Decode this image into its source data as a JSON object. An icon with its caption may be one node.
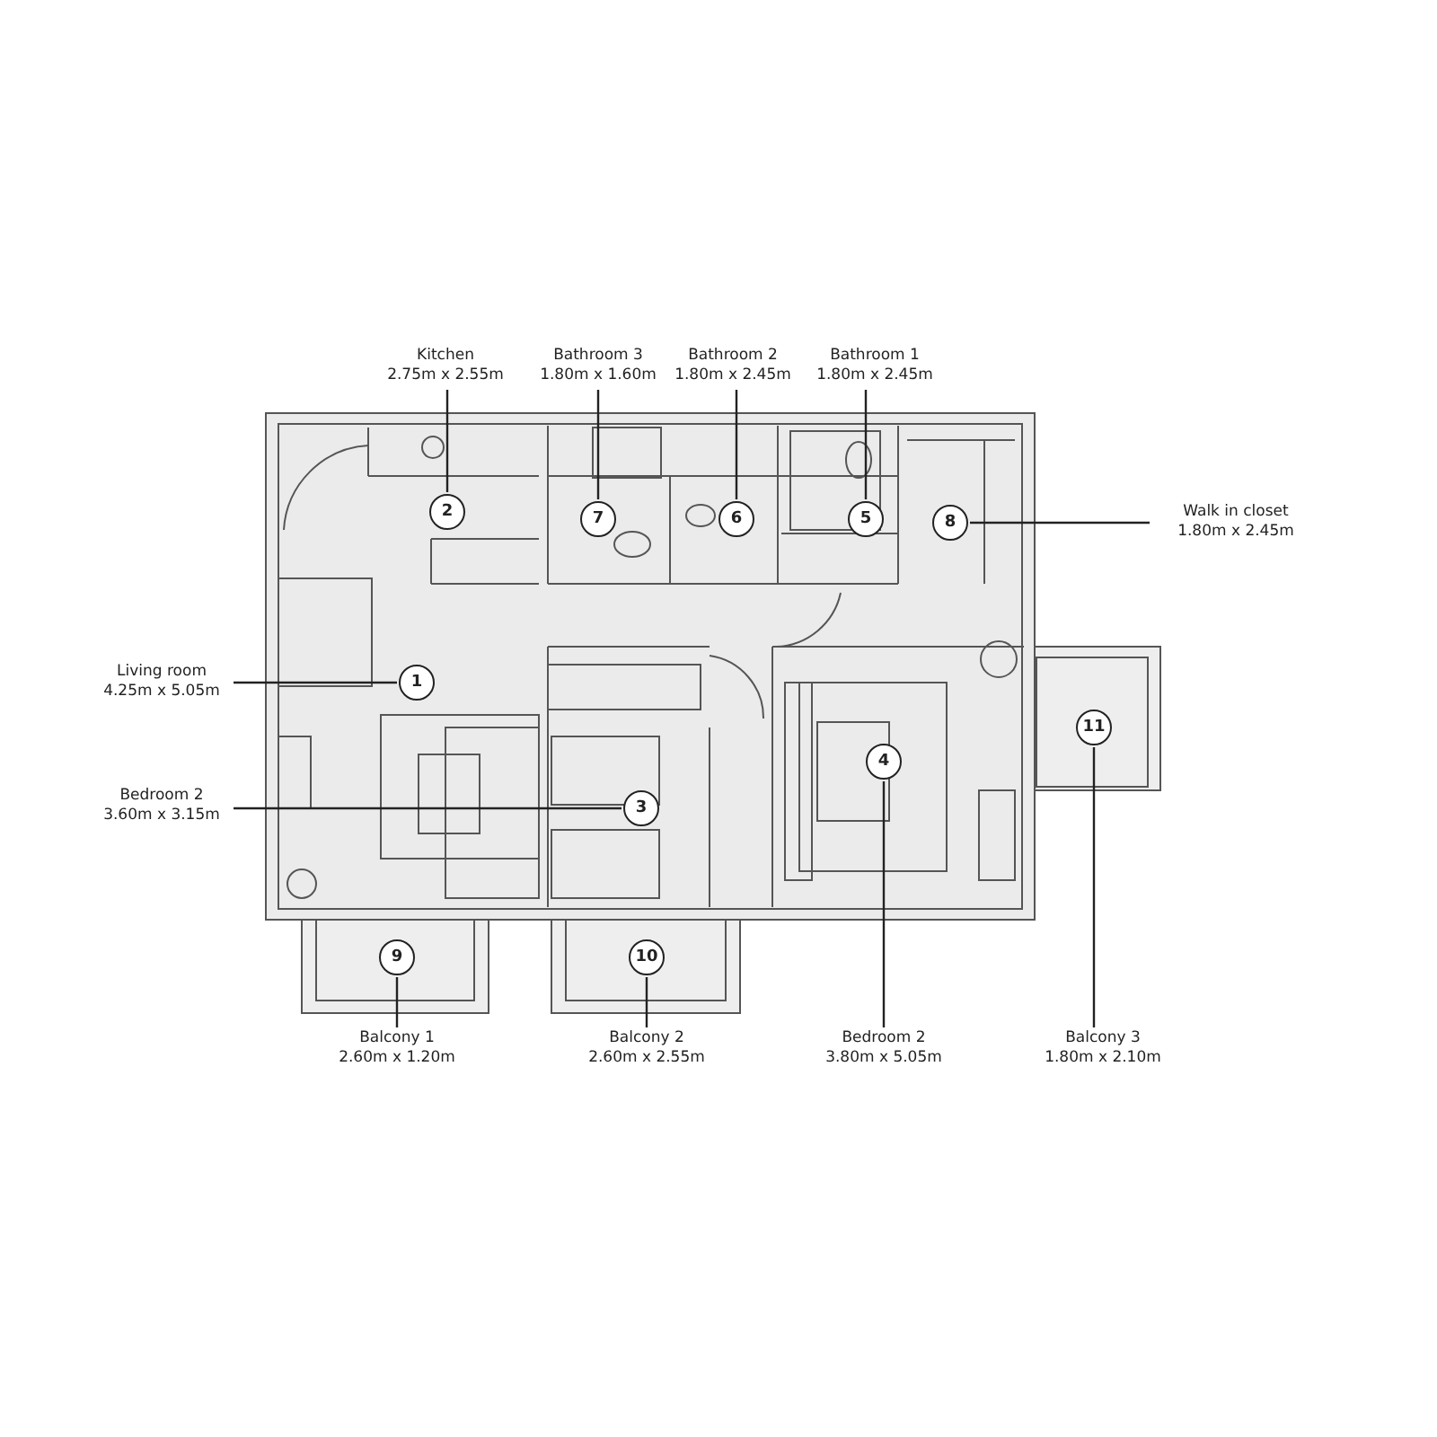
{
  "diagram": {
    "nodes": [
      {
        "text": [
          "1"
        ]
      },
      {
        "text": [
          "2"
        ]
      },
      {
        "text": [
          "3"
        ]
      },
      {
        "text": [
          "4"
        ]
      },
      {
        "text": [
          "5"
        ]
      },
      {
        "text": [
          "6"
        ]
      },
      {
        "text": [
          "7"
        ]
      },
      {
        "text": [
          "8"
        ]
      },
      {
        "text": [
          "9"
        ]
      },
      {
        "text": [
          "10"
        ]
      },
      {
        "text": [
          "11"
        ]
      },
      {
        "text": [
          "Kitchen",
          "2.75m x 2.55m"
        ]
      },
      {
        "text": [
          "Bathroom 3",
          "1.80m x 1.60m"
        ]
      },
      {
        "text": [
          "Bathroom 2",
          "1.80m x 2.45m"
        ]
      },
      {
        "text": [
          "Bathroom 1",
          "1.80m x 2.45m"
        ]
      },
      {
        "text": [
          "Walk in closet",
          "1.80m x 2.45m"
        ]
      },
      {
        "text": [
          "Living room",
          "4.25m x 5.05m"
        ]
      },
      {
        "text": [
          "Bedroom 2",
          "3.60m x 3.15m"
        ]
      },
      {
        "text": [
          "Balcony 1",
          "2.60m x 1.20m"
        ]
      },
      {
        "text": [
          "Balcony 2",
          "2.60m x 2.55m"
        ]
      },
      {
        "text": [
          "Bedroom 2",
          "3.80m x 5.05m"
        ]
      },
      {
        "text": [
          "Balcony 3",
          "1.80m x 2.10m"
        ]
      }
    ],
    "edges": [
      {
        "from": 11,
        "to": 1,
        "arrow": "none"
      },
      {
        "from": 12,
        "to": 6,
        "arrow": "none"
      },
      {
        "from": 13,
        "to": 5,
        "arrow": "none"
      },
      {
        "from": 14,
        "to": 4,
        "arrow": "none"
      },
      {
        "from": 15,
        "to": 7,
        "arrow": "none"
      },
      {
        "from": 16,
        "to": 0,
        "arrow": "none"
      },
      {
        "from": 17,
        "to": 2,
        "arrow": "none"
      },
      {
        "from": 18,
        "to": 8,
        "arrow": "none"
      },
      {
        "from": 19,
        "to": 9,
        "arrow": "none"
      },
      {
        "from": 20,
        "to": 3,
        "arrow": "none"
      },
      {
        "from": 21,
        "to": 10,
        "arrow": "none"
      }
    ]
  }
}
